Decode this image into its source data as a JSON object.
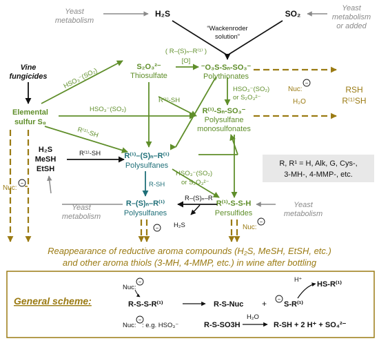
{
  "colors": {
    "green": "#5f8e2a",
    "teal": "#1f6f78",
    "brown": "#9a7a12",
    "gray": "#8a8a8a",
    "box_bg": "#e8e8e8",
    "box_border": "#9a7a12"
  },
  "sources": {
    "yeast_left_1": "Yeast",
    "yeast_left_2": "metabolism",
    "h2s": "H₂S",
    "so2": "SO₂",
    "yeast_right_1": "Yeast",
    "yeast_right_2": "metabolism",
    "yeast_right_3": "or added",
    "wackenroder_1": "“Wackenroder",
    "wackenroder_2": "solution”"
  },
  "nodes": {
    "vine_1": "Vine",
    "vine_2": "fungicides",
    "elemental_1": "Elemental",
    "elemental_2": "sulfur S₈",
    "thiosulfate_formula": "S₂O₃²⁻",
    "thiosulfate_name": "Thiosulfate",
    "polythionates_formula": "⁻O₃S-Sₙ-SO₃⁻",
    "polythionates_name": "Polythionates",
    "monosulfonates_formula": "R⁽¹⁾-Sₙ-SO₃⁻",
    "monosulfonates_name_1": "Polysulfane",
    "monosulfonates_name_2": "monosulfonates",
    "h2s_small": "H₂S",
    "mesh": "MeSH",
    "etsh": "EtSH",
    "polysulfanes_formula": "R⁽¹⁾–(S)ₙ–R⁽¹⁾",
    "polysulfanes_name": "Polysulfanes",
    "polysulfanes2_formula": "R–(S)ₙ–R⁽¹⁾",
    "polysulfanes2_name": "Polysulfanes",
    "persulfides_formula": "R⁽¹⁾-S-S-H",
    "persulfides_name": "Persulfides",
    "rsh_1": "RSH",
    "rsh_2": "R⁽¹⁾SH"
  },
  "labels": {
    "rsnr": "( R–(S)ₙ–R⁽¹⁾ )",
    "oxid": "[O]",
    "hso3_upper": "HSO₃⁻(SO₂)",
    "r1sh_mid": "R⁽¹⁾-SH",
    "hso3_mid": "HSO₃⁻(SO₂)",
    "r1sh_diag": "R⁽¹⁾-SH",
    "hso3_right_1": "HSO₃⁻(SO₂)",
    "hso3_right_2": "or S₂O₃²⁻",
    "nuc_top": "Nuc:",
    "h2o_top": "H₂O",
    "r1sh_left": "R⁽¹⁾-SH",
    "hso3_lower_1": "HSO₃⁻(SO₂)",
    "hso3_lower_2": "or S₂O₃²⁻",
    "r_sh": "R-SH",
    "nuc_left": "Nuc:",
    "yeast_mid_1": "Yeast",
    "yeast_mid_2": "metabolism",
    "rsnr_small": "R–(S)ₙ–R",
    "h2s_release": "H₂S",
    "yeast_br_1": "Yeast",
    "yeast_br_2": "metabolism",
    "nuc_br": "Nuc:",
    "minus": "−"
  },
  "legend": {
    "line1": "R, R¹ = H, Alk, G, Cys-,",
    "line2": "3-MH-, 4-MMP-, etc."
  },
  "conclusion": {
    "line1": "Reappearance of reductive aroma compounds (H₂S, MeSH, EtSH, etc.)",
    "line2": "and other aroma thiols (3-MH, 4-MMP, etc.) in wine after bottling"
  },
  "scheme": {
    "title": "General scheme:",
    "nuc1": "Nuc:",
    "reactant1": "R-S-S-R⁽¹⁾",
    "product1": "R-S-Nuc",
    "plus": "+",
    "s_prod": "S-R⁽¹⁾",
    "hplus": "H⁺",
    "hs_prod": "HS-R⁽¹⁾",
    "nuc_eg_1": "Nuc:",
    "nuc_eg_2": ": e.g. HSO₃⁻",
    "reactant2": "R-S-SO3H",
    "h2o": "H₂O",
    "products2": "R-SH + 2 H⁺ + SO₄²⁻"
  }
}
